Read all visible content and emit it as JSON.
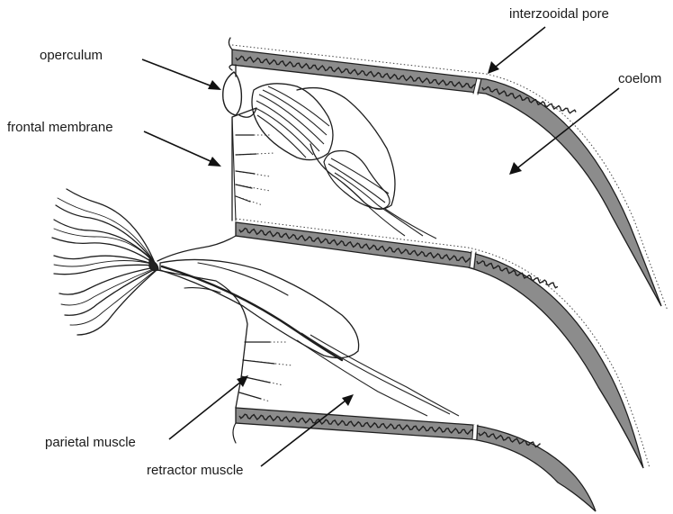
{
  "labels": {
    "operculum": "operculum",
    "frontal_membrane": "frontal membrane",
    "interzooidal_pore": "interzooidal pore",
    "coelom": "coelom",
    "parietal_muscle": "parietal muscle",
    "retractor_muscle": "retractor muscle"
  },
  "colors": {
    "ink": "#1e1e1e",
    "wall_fill": "#9a9a9a",
    "background": "#ffffff"
  }
}
